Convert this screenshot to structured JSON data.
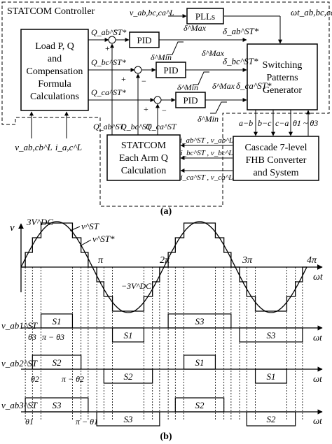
{
  "part_a": {
    "label": "(a)",
    "controller_title": "STATCOM Controller",
    "load_block": [
      "Load P, Q",
      "and",
      "Compensation",
      "Formula",
      "Calculations"
    ],
    "pid": [
      "PID",
      "PID",
      "PID"
    ],
    "plls": "PLLs",
    "switching_block": [
      "Switching",
      "Patterns",
      "Generator"
    ],
    "arm_q_block": [
      "STATCOM",
      "Each Arm Q",
      "Calculation"
    ],
    "converter_block": [
      "Cascade 7-level",
      "FHB  Converter",
      "and System"
    ],
    "q_refs": [
      "Q_ab^ST*",
      "Q_bc^ST*",
      "Q_ca^ST*"
    ],
    "q_meas": [
      "Q_ab^ST",
      "Q_bc^ST",
      "Q_ca^ST"
    ],
    "deltas": [
      "δ^Max",
      "δ^Min",
      "δ^Max",
      "δ^Min",
      "δ^Max",
      "δ^Min"
    ],
    "delta_outs": [
      "δ_ab^ST*",
      "δ_bc^ST*",
      "δ_ca^ST*"
    ],
    "inputs": [
      "v_ab,cb^L",
      "i_a,c^L"
    ],
    "pll_input": "v_ab,bc,ca^L",
    "pll_output": "ωt_ab,bc,ca",
    "phase_outputs": [
      "a−b",
      "b−c",
      "c−a",
      "θ1 ~ θ3"
    ],
    "meas_signals": [
      "i_ab^ST , v_ab^L",
      "i_bc^ST , v_bc^L",
      "i_ca^ST , v_ca^L"
    ],
    "signs": [
      "+",
      "−",
      "+",
      "−",
      "+",
      "−"
    ]
  },
  "part_b": {
    "label": "(b)",
    "y_label": "v",
    "x_label": "ωt",
    "peak": "3V^DC",
    "trough": "−3V^DC",
    "vst": "v^ST",
    "vst_star": "v^ST*",
    "ticks": [
      "π",
      "2π",
      "3π",
      "4π"
    ],
    "waves": [
      "v_ab1^ST",
      "v_ab2^ST",
      "v_ab3^ST"
    ],
    "pulses": [
      "S1",
      "S1",
      "S3",
      "S3",
      "S2",
      "S1",
      "S1",
      "S2",
      "S3",
      "S3",
      "S2",
      "S2"
    ],
    "angles": [
      "θ3",
      "π − θ3",
      "θ2",
      "π − θ2",
      "θ1",
      "π − θ1"
    ]
  }
}
